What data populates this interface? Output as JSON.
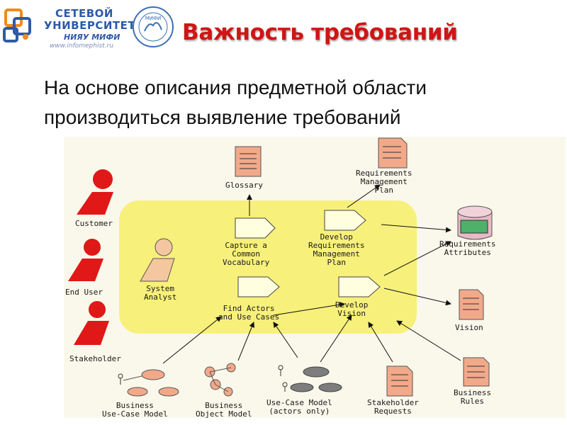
{
  "header": {
    "logo_line1": "СЕТЕВОЙ",
    "logo_line2": "УНИВЕРСИТЕТ",
    "logo_line3": "НИЯУ МИФИ",
    "logo_url": "www.infomephist.ru",
    "seal_text": "МИФИ"
  },
  "slide": {
    "title": "Важность требований",
    "line1": "На основе описания предметной области",
    "line2": "производиться выявление требований"
  },
  "diagram": {
    "actors": {
      "customer": "Customer",
      "end_user": "End User",
      "stakeholder": "Stakeholder",
      "system_analyst": "System\nAnalyst"
    },
    "activities": {
      "capture": "Capture a\nCommon\nVocabulary",
      "develop_plan": "Develop\nRequirements\nManagement\nPlan",
      "find_actors": "Find Actors\nand Use Cases",
      "develop_vision": "Develop\nVision"
    },
    "artifacts": {
      "glossary": "Glossary",
      "req_plan": "Requirements\nManagement\nPlan",
      "req_attributes": "Requirements\nAttributes",
      "vision": "Vision",
      "business_rules": "Business\nRules",
      "stakeholder_requests": "Stakeholder\nRequests",
      "use_case_model": "Use-Case Model\n(actors only)",
      "business_object_model": "Business\nObject Model",
      "business_use_case_model": "Business\nUse-Case Model"
    },
    "colors": {
      "actor_red": "#e01818",
      "highlight_yellow": "#f7f07a",
      "doc_salmon": "#f2a98a",
      "title_red": "#d11414"
    }
  }
}
